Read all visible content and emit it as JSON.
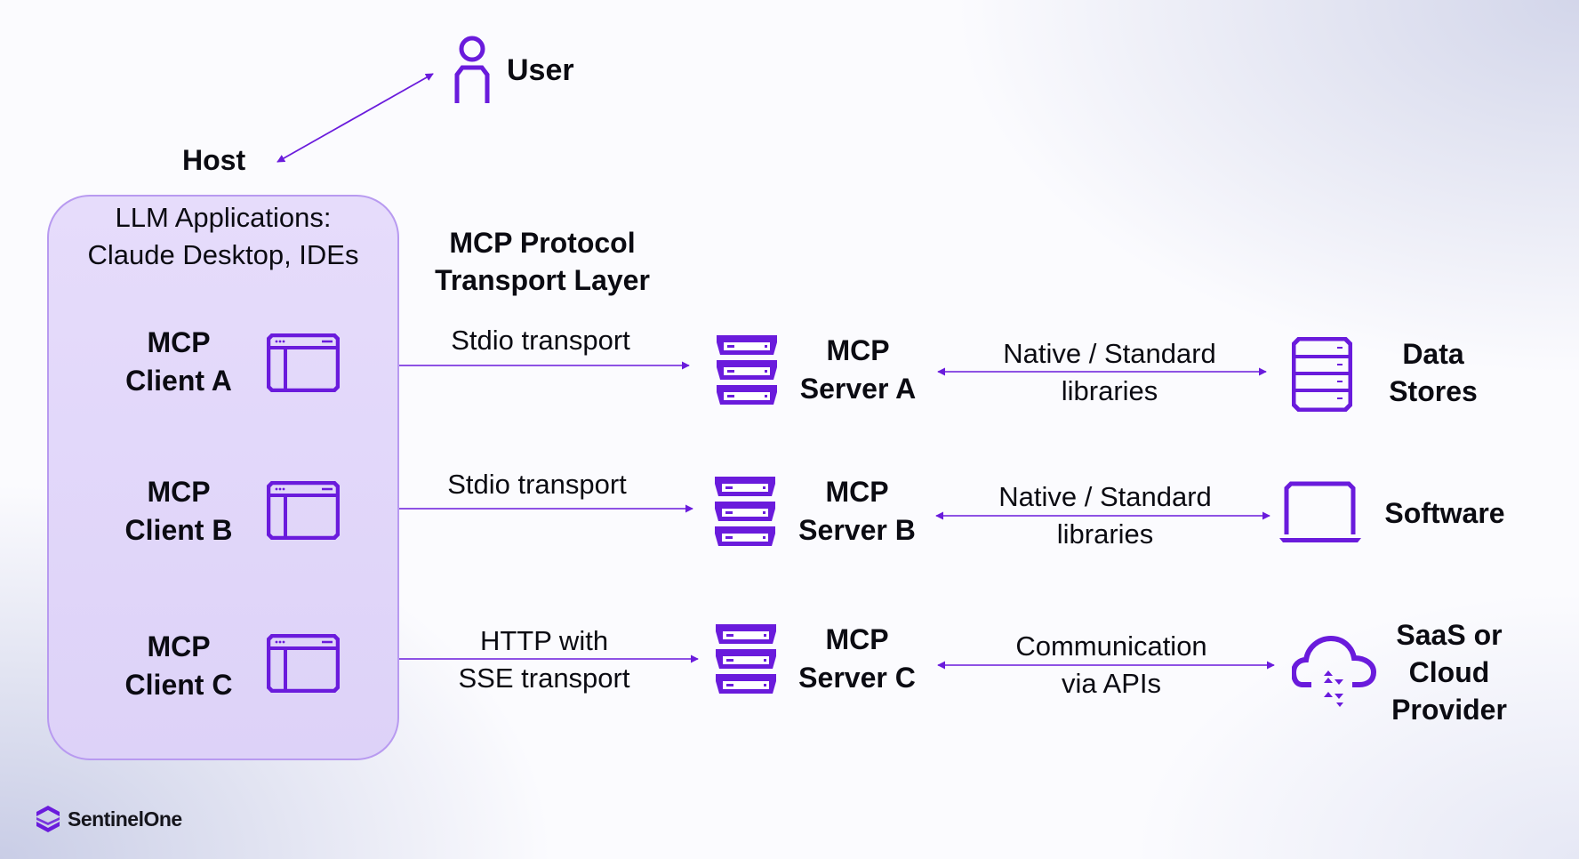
{
  "colors": {
    "accent": "#6a1bdc",
    "host_fill": "#e3d9fa",
    "host_border": "#b89af0",
    "text": "#0b0b12"
  },
  "user": {
    "label": "User",
    "icon": "user-icon"
  },
  "host": {
    "label": "Host",
    "title_line1": "LLM Applications:",
    "title_line2": "Claude Desktop, IDEs"
  },
  "protocol": {
    "title_line1": "MCP Protocol",
    "title_line2": "Transport Layer"
  },
  "rows": [
    {
      "client": {
        "line1": "MCP",
        "line2": "Client A",
        "icon": "app-window-icon"
      },
      "transport": {
        "line1": "Stdio transport",
        "line2": ""
      },
      "server": {
        "line1": "MCP",
        "line2": "Server A",
        "icon": "server-stack-icon"
      },
      "link": {
        "line1": "Native / Standard",
        "line2": "libraries"
      },
      "resource": {
        "line1": "Data",
        "line2": "Stores",
        "line3": "",
        "icon": "database-icon"
      }
    },
    {
      "client": {
        "line1": "MCP",
        "line2": "Client B",
        "icon": "app-window-icon"
      },
      "transport": {
        "line1": "Stdio transport",
        "line2": ""
      },
      "server": {
        "line1": "MCP",
        "line2": "Server B",
        "icon": "server-stack-icon"
      },
      "link": {
        "line1": "Native / Standard",
        "line2": "libraries"
      },
      "resource": {
        "line1": "Software",
        "line2": "",
        "line3": "",
        "icon": "laptop-icon"
      }
    },
    {
      "client": {
        "line1": "MCP",
        "line2": "Client C",
        "icon": "app-window-icon"
      },
      "transport": {
        "line1": "HTTP with",
        "line2": "SSE transport"
      },
      "server": {
        "line1": "MCP",
        "line2": "Server C",
        "icon": "server-stack-icon"
      },
      "link": {
        "line1": "Communication",
        "line2": "via APIs"
      },
      "resource": {
        "line1": "SaaS or",
        "line2": "Cloud",
        "line3": "Provider",
        "icon": "cloud-icon"
      }
    }
  ],
  "logo": {
    "text": "SentinelOne",
    "icon": "sentinelone-logo-icon"
  }
}
